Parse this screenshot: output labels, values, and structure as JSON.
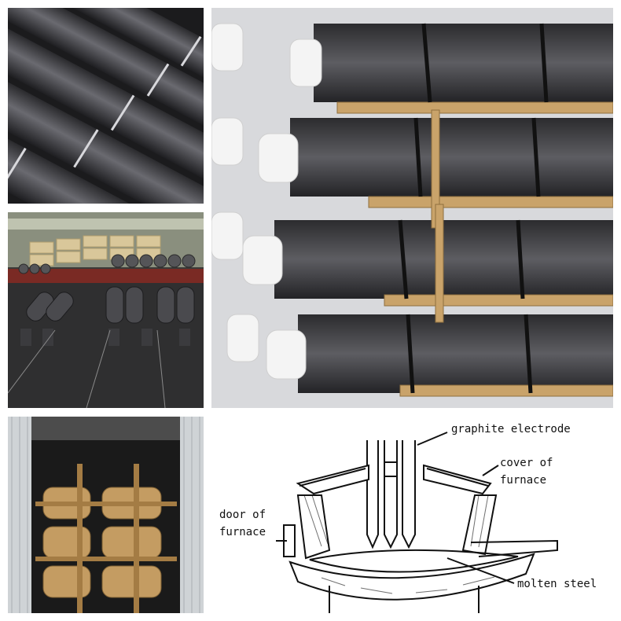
{
  "diagram": {
    "labels": {
      "graphite_electrode": "graphite electrode",
      "cover_line1": "cover of",
      "cover_line2": "furnace",
      "door_line1": "door of",
      "door_line2": "furnace",
      "molten_steel": "molten steel"
    }
  }
}
